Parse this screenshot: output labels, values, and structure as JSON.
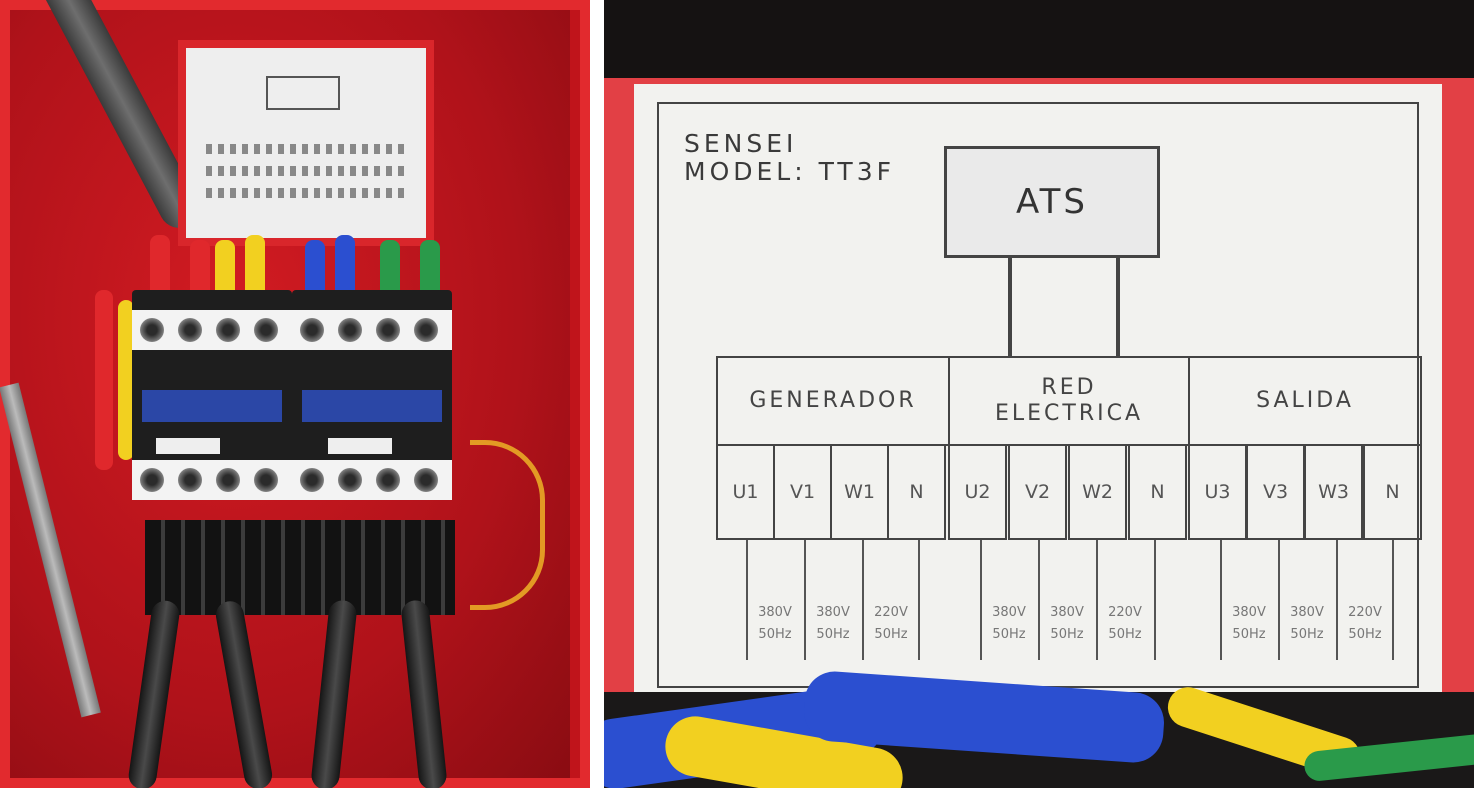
{
  "label": {
    "brand_line1": "SENSEI",
    "brand_line2": "MODEL: TT3F",
    "controller": "ATS",
    "sections": [
      {
        "title": "GENERADOR",
        "terminals": [
          "U1",
          "V1",
          "W1",
          "N"
        ],
        "ratings": [
          "380V 50Hz",
          "380V 50Hz",
          "220V 50Hz"
        ]
      },
      {
        "title": "RED ELECTRICA",
        "terminals": [
          "U2",
          "V2",
          "W2",
          "N"
        ],
        "ratings": [
          "380V 50Hz",
          "380V 50Hz",
          "220V 50Hz"
        ]
      },
      {
        "title": "SALIDA",
        "terminals": [
          "U3",
          "V3",
          "W3",
          "N"
        ],
        "ratings": [
          "380V 50Hz",
          "380V 50Hz",
          "220V 50Hz"
        ]
      }
    ]
  },
  "colors": {
    "enclosure_red": "#c0141b",
    "wire_red": "#e0282c",
    "wire_yellow": "#f2d020",
    "wire_blue": "#2b4fd0",
    "wire_green": "#2a9a4a",
    "label_paper": "#f2f2ef"
  }
}
